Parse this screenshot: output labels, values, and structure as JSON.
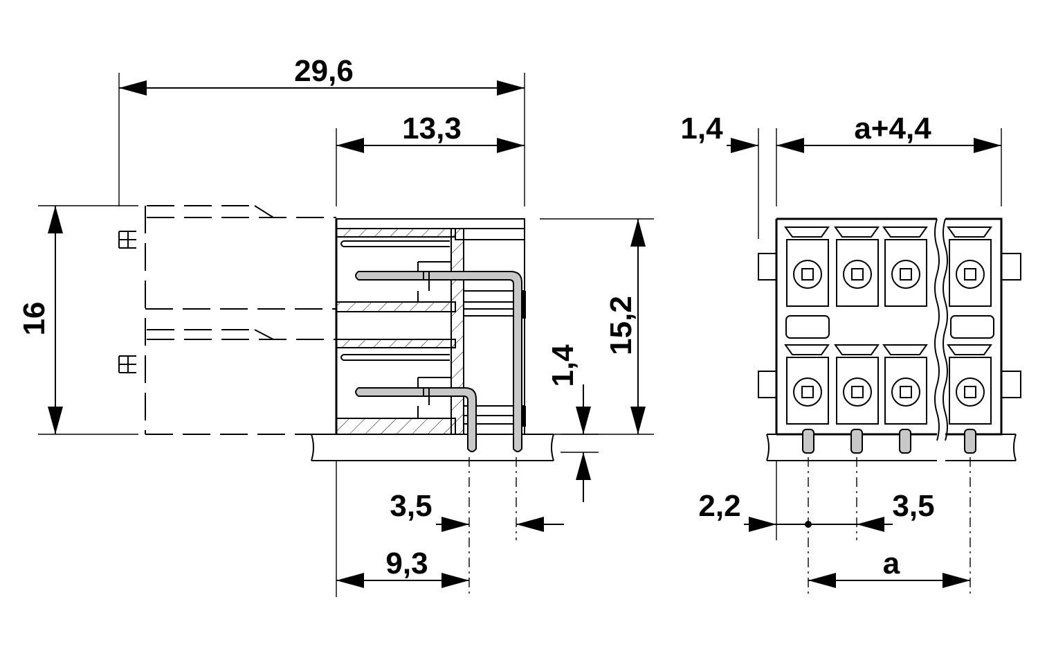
{
  "side_view": {
    "dims": {
      "overall_width": "29,6",
      "body_width": "13,3",
      "overall_height": "16",
      "body_height": "15,2",
      "pin_length": "1,4",
      "pin_pitch": "3,5",
      "pin_offset": "9,3"
    }
  },
  "front_view": {
    "dims": {
      "edge_offset": "1,4",
      "overall_width": "a+4,4",
      "pin_edge": "2,2",
      "pitch": "3,5",
      "span": "a"
    }
  }
}
